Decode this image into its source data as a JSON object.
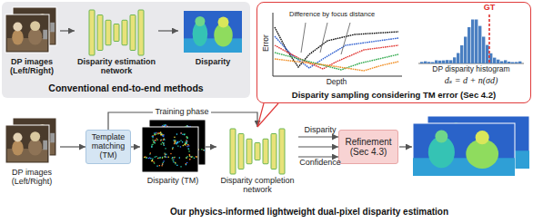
{
  "diagram": {
    "caption": "Our physics-informed lightweight dual-pixel disparity estimation",
    "nodes": [
      {
        "text": [
          "Conventional end-to-end methods"
        ]
      },
      {
        "text": [
          "DP images (Left/Right)"
        ],
        "in": 0
      },
      {
        "text": [
          "Disparity estimation network"
        ],
        "in": 0
      },
      {
        "text": [
          "Disparity"
        ],
        "in": 0
      },
      {
        "text": [
          "Disparity sampling considering TM error (Sec 4.2)"
        ]
      },
      {
        "text": [
          "DP images (Left/Right)"
        ]
      },
      {
        "text": [
          "Template matching (TM)"
        ]
      },
      {
        "text": [
          "Disparity (TM)"
        ]
      },
      {
        "text": [
          "Disparity completion network"
        ]
      },
      {
        "text": [
          "Refinement (Sec 4.3)"
        ]
      }
    ],
    "edges": [
      {
        "from": 1,
        "to": 2,
        "arrow": "to"
      },
      {
        "from": 2,
        "to": 3,
        "arrow": "to"
      },
      {
        "from": 5,
        "to": 6,
        "arrow": "to"
      },
      {
        "from": 6,
        "to": 7,
        "arrow": "to"
      },
      {
        "from": 7,
        "to": 8,
        "arrow": "to"
      },
      {
        "from": 8,
        "to": 9,
        "label": "Disparity",
        "arrow": "to"
      },
      {
        "from": 8,
        "to": 9,
        "arrow": "to"
      },
      {
        "from": 8,
        "to": 9,
        "label": "Confidence",
        "arrow": "to"
      },
      {
        "from": 6,
        "to": 8,
        "label": "Training phase",
        "arrow": "to"
      },
      {
        "from": 4,
        "to": 8,
        "arrow": "none"
      }
    ],
    "labels": [
      "Error",
      "Depth",
      "Difference by focus distance",
      "GT",
      "DP disparity histogram",
      "dₛ = d + n(σd)"
    ]
  }
}
